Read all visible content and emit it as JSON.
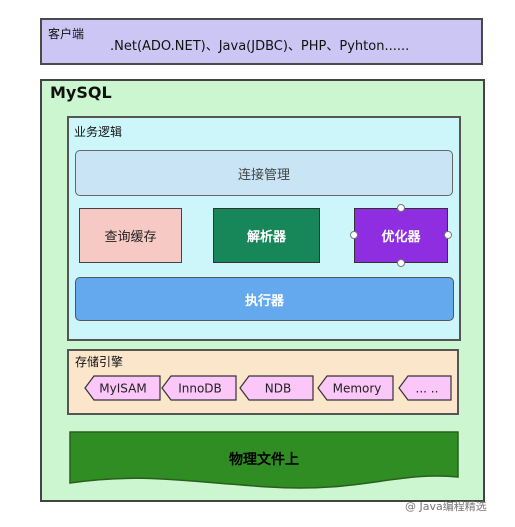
{
  "client": {
    "title": "客户端",
    "languages": ".Net(ADO.NET)、Java(JDBC)、PHP、Pyhton......"
  },
  "mysql": {
    "title": "MySQL",
    "business_logic": {
      "title": "业务逻辑",
      "connection_management": "连接管理",
      "query_cache": "查询缓存",
      "parser": "解析器",
      "optimizer": "优化器",
      "executor": "执行器"
    },
    "storage_engine": {
      "title": "存储引擎",
      "engines": [
        "MyISAM",
        "InnoDB",
        "NDB",
        "Memory",
        "... .."
      ]
    },
    "physical_files": "物理文件上"
  },
  "watermark": "@ Java编程精选",
  "colors": {
    "client_bg": "#ccc6f4",
    "mysql_bg": "#ccf6cf",
    "business_bg": "#ccf6f9",
    "storage_bg": "#fbe6cc",
    "engine_tag": "#fac7f8",
    "parser": "#17875a",
    "optimizer": "#8e2ee0",
    "executor": "#64a9ee",
    "query_cache": "#f7c9c4",
    "disk": "#2f8d23"
  }
}
